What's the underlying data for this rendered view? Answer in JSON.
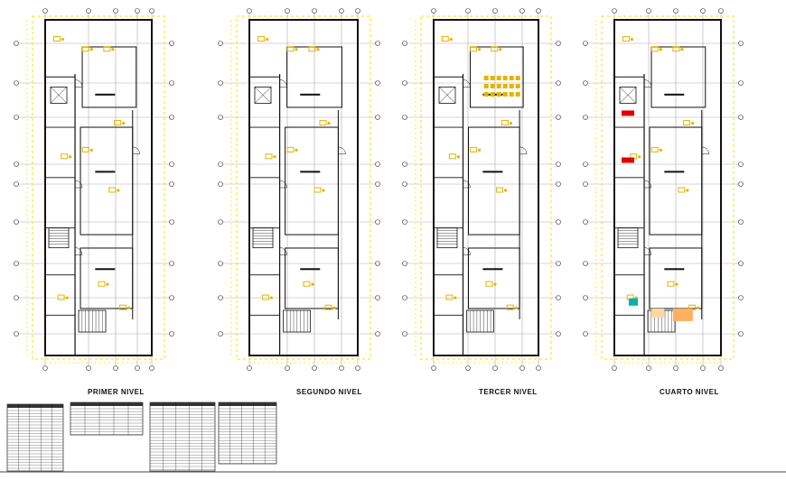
{
  "plans": [
    {
      "id": "primer",
      "title": "PRIMER NIVEL"
    },
    {
      "id": "segundo",
      "title": "SEGUNDO NIVEL"
    },
    {
      "id": "tercer",
      "title": "TERCER NIVEL"
    },
    {
      "id": "cuarto",
      "title": "CUARTO NIVEL"
    }
  ],
  "colors": {
    "background": "#ffffff",
    "wall": "#111111",
    "grid_line": "#9a9a9a",
    "dimension": "#f2e600",
    "furniture": "#e2b400",
    "accent_red": "#e00000",
    "accent_cyan": "#00b0b0",
    "accent_orange": "#ffb060"
  },
  "legend_tables": {
    "count": 4
  }
}
